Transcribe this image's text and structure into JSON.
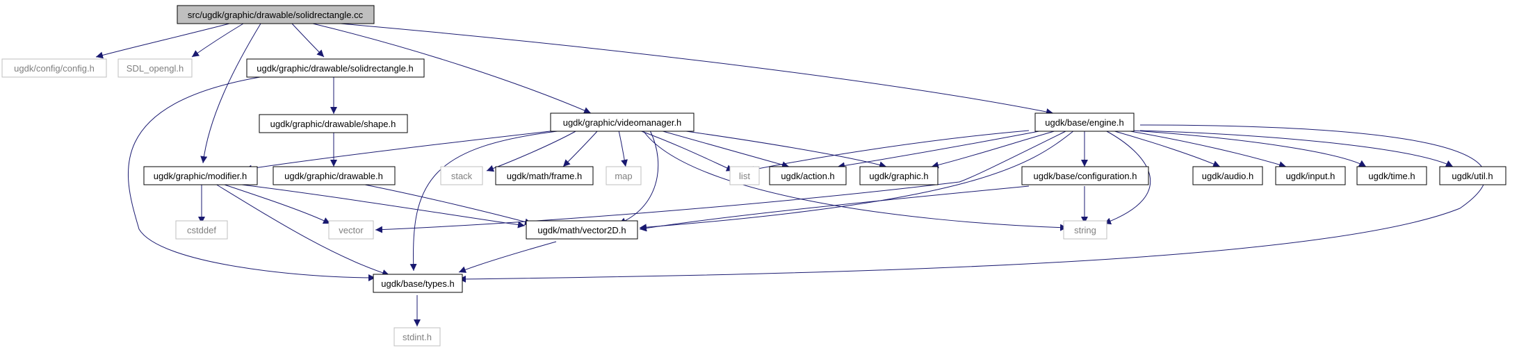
{
  "diagram": {
    "colors": {
      "edge": "#191970",
      "root_fill": "#bfbfbf",
      "node_border": "#000000",
      "external_border": "#bfbfbf",
      "external_text": "#7f7f7f"
    },
    "nodes": {
      "root": "src/ugdk/graphic/drawable/solidrectangle.cc",
      "config": "ugdk/config/config.h",
      "sdl_opengl": "SDL_opengl.h",
      "solidrect_h": "ugdk/graphic/drawable/solidrectangle.h",
      "shape": "ugdk/graphic/drawable/shape.h",
      "drawable": "ugdk/graphic/drawable.h",
      "modifier": "ugdk/graphic/modifier.h",
      "videomanager": "ugdk/graphic/videomanager.h",
      "engine": "ugdk/base/engine.h",
      "stack": "stack",
      "frame": "ugdk/math/frame.h",
      "map": "map",
      "list": "list",
      "action": "ugdk/action.h",
      "graphic": "ugdk/graphic.h",
      "configuration": "ugdk/base/configuration.h",
      "audio": "ugdk/audio.h",
      "input": "ugdk/input.h",
      "time": "ugdk/time.h",
      "util": "ugdk/util.h",
      "cstddef": "cstddef",
      "vector": "vector",
      "vector2d": "ugdk/math/vector2D.h",
      "string": "string",
      "types": "ugdk/base/types.h",
      "stdint": "stdint.h"
    }
  }
}
